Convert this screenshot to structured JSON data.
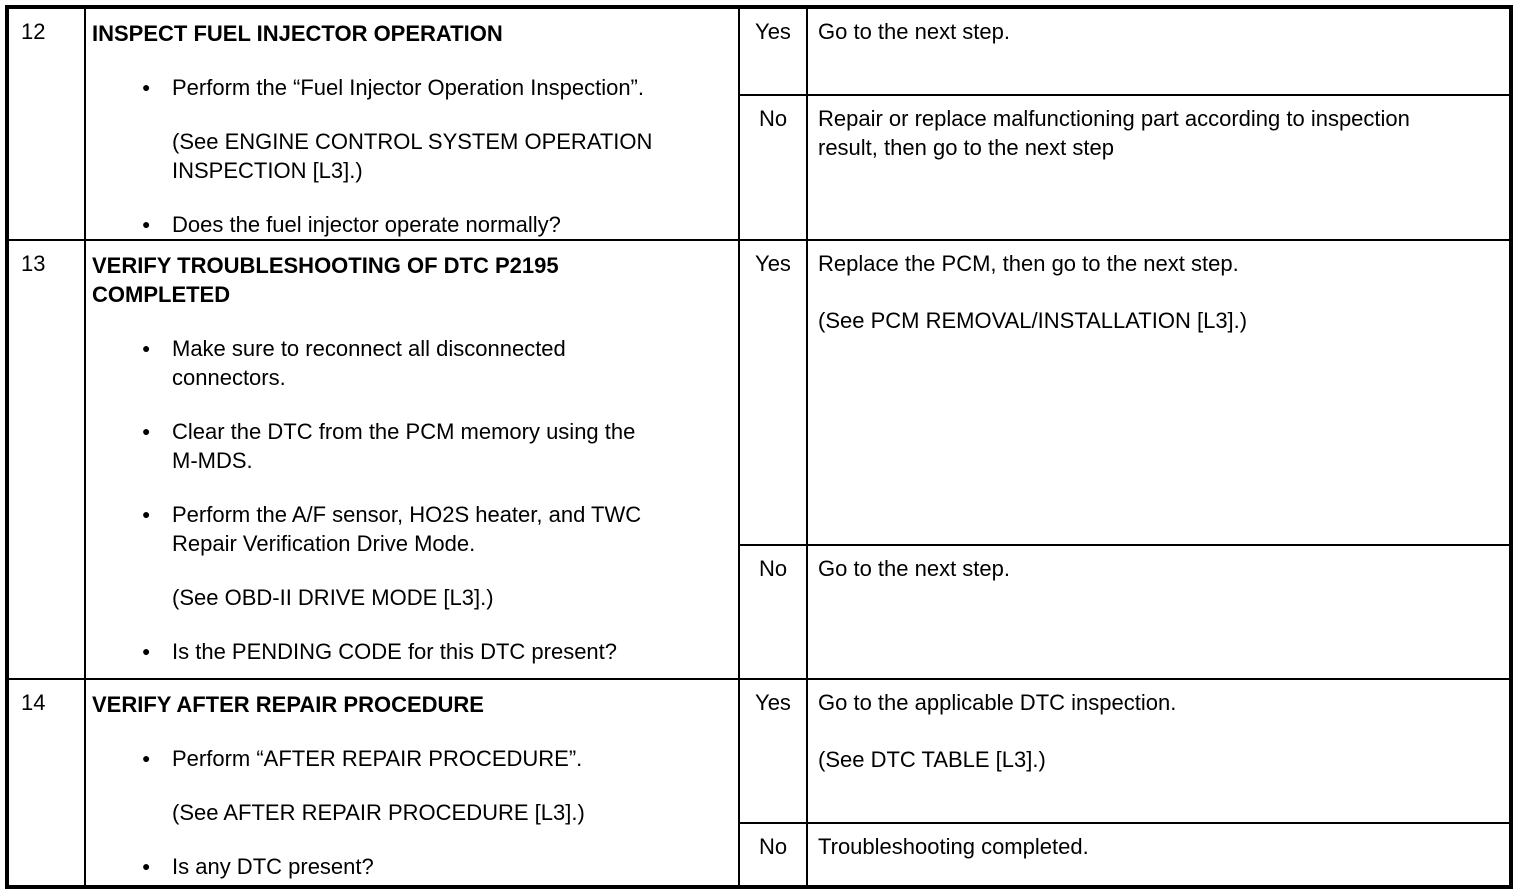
{
  "icons": {
    "bullet": "●"
  },
  "table": {
    "rows": [
      {
        "step": "12",
        "title_lines": [
          "INSPECT FUEL INJECTOR OPERATION"
        ],
        "inspection_blocks": [
          {
            "type": "bullet",
            "lines": [
              "Perform the “Fuel Injector Operation Inspection”."
            ]
          },
          {
            "type": "see",
            "lines": [
              "(See ENGINE CONTROL SYSTEM OPERATION",
              "INSPECTION [L3].)"
            ]
          },
          {
            "type": "bullet",
            "lines": [
              "Does the fuel injector operate normally?"
            ]
          }
        ],
        "yes_label": "Yes",
        "yes_blocks": [
          {
            "lines": [
              "Go to the next step."
            ]
          }
        ],
        "no_label": "No",
        "no_blocks": [
          {
            "lines": [
              "Repair or replace malfunctioning part according to inspection",
              "result, then go to the next step"
            ]
          }
        ]
      },
      {
        "step": "13",
        "title_lines": [
          "VERIFY TROUBLESHOOTING OF DTC P2195",
          "COMPLETED"
        ],
        "inspection_blocks": [
          {
            "type": "bullet",
            "lines": [
              "Make sure to reconnect all disconnected",
              "connectors."
            ]
          },
          {
            "type": "bullet",
            "lines": [
              "Clear the DTC from the PCM memory using the",
              "M-MDS."
            ]
          },
          {
            "type": "bullet",
            "lines": [
              "Perform the A/F sensor, HO2S heater, and TWC",
              "Repair Verification Drive Mode."
            ]
          },
          {
            "type": "see",
            "lines": [
              "(See OBD-II DRIVE MODE [L3].)"
            ]
          },
          {
            "type": "bullet",
            "lines": [
              "Is the PENDING CODE for this DTC present?"
            ]
          }
        ],
        "yes_label": "Yes",
        "yes_blocks": [
          {
            "lines": [
              "Replace the PCM, then go to the next step."
            ]
          },
          {
            "lines": [
              "(See PCM REMOVAL/INSTALLATION [L3].)"
            ]
          }
        ],
        "no_label": "No",
        "no_blocks": [
          {
            "lines": [
              "Go to the next step."
            ]
          }
        ]
      },
      {
        "step": "14",
        "title_lines": [
          "VERIFY AFTER REPAIR PROCEDURE"
        ],
        "inspection_blocks": [
          {
            "type": "bullet",
            "lines": [
              "Perform “AFTER REPAIR PROCEDURE”."
            ]
          },
          {
            "type": "see",
            "lines": [
              "(See AFTER REPAIR PROCEDURE [L3].)"
            ]
          },
          {
            "type": "bullet",
            "lines": [
              "Is any DTC present?"
            ]
          }
        ],
        "yes_label": "Yes",
        "yes_blocks": [
          {
            "lines": [
              "Go to the applicable DTC inspection."
            ]
          },
          {
            "lines": [
              "(See DTC TABLE [L3].)"
            ]
          }
        ],
        "no_label": "No",
        "no_blocks": [
          {
            "lines": [
              "Troubleshooting completed."
            ]
          }
        ]
      }
    ]
  }
}
